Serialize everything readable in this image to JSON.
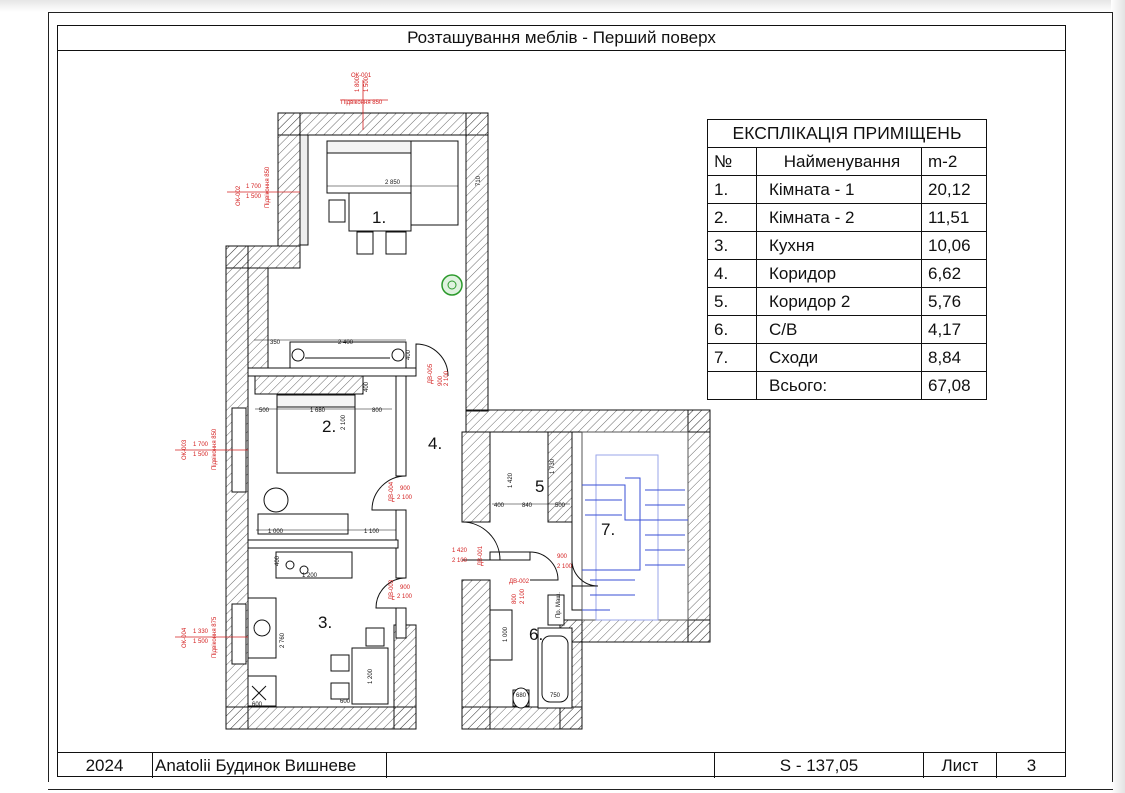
{
  "title": "Розташування меблів - Перший поверх",
  "table": {
    "heading": "ЕКСПЛІКАЦІЯ ПРИМІЩЕНЬ",
    "col_no": "№",
    "col_name": "Найменування",
    "col_area": "m-2",
    "rows": [
      {
        "no": "1.",
        "name": "Кімната - 1",
        "area": "20,12"
      },
      {
        "no": "2.",
        "name": "Кімната - 2",
        "area": "11,51"
      },
      {
        "no": "3.",
        "name": "Кухня",
        "area": "10,06"
      },
      {
        "no": "4.",
        "name": "Коридор",
        "area": "6,62"
      },
      {
        "no": "5.",
        "name": "Коридор 2",
        "area": "5,76"
      },
      {
        "no": "6.",
        "name": "С/В",
        "area": "4,17"
      },
      {
        "no": "7.",
        "name": "Сходи",
        "area": "8,84"
      }
    ],
    "total_label": "Всього:",
    "total_area": "67,08"
  },
  "footer": {
    "year": "2024",
    "project": "Anatolii Будинок Вишневе",
    "area": "S - 137,05",
    "sheet_label": "Лист",
    "sheet_no": "3"
  },
  "rooms": {
    "r1": "1.",
    "r2": "2.",
    "r3": "3.",
    "r4": "4.",
    "r5": "5",
    "r6": "6.",
    "r7": "7."
  },
  "windows": {
    "ok001": {
      "name": "ОК-001",
      "w": "1 800",
      "h": "1 500",
      "sill": "Підвіконня 850"
    },
    "ok002": {
      "name": "ОК-002",
      "w": "1 700",
      "h": "1 500",
      "sill": "Підвіконня 850"
    },
    "ok003": {
      "name": "ОК-003",
      "w": "1 700",
      "h": "1 500",
      "sill": "Підвіконня 850"
    },
    "ok004": {
      "name": "ОК-004",
      "w": "1 330",
      "h": "1 500",
      "sill": "Підвіконня 875"
    }
  },
  "doors": {
    "dv005": {
      "name": "ДВ-005",
      "w": "900",
      "h": "2 100"
    },
    "dv004": {
      "name": "ДВ-004",
      "w": "900",
      "h": "2 100"
    },
    "dv003": {
      "name": "ДВ-003",
      "w": "900",
      "h": "2 100"
    },
    "dv001": {
      "name": "ДВ-001",
      "w": "1 420",
      "h": "2 100"
    },
    "dv002": {
      "name": "ДВ-002",
      "w": "800",
      "h": "2 100"
    },
    "dv006": {
      "w": "900",
      "h": "2 100"
    }
  },
  "dims": {
    "d2850": "2 850",
    "d710": "710",
    "d2400": "2 400",
    "d350": "350",
    "d400a": "400",
    "d400b": "400",
    "d500": "500",
    "d1680": "1 680",
    "d800": "800",
    "d2100": "2 100",
    "d1000": "1 000",
    "d1100": "1 100",
    "d400c": "400",
    "d1200a": "1 200",
    "d2760": "2 760",
    "d1200b": "1 200",
    "d600a": "600",
    "d600b": "600",
    "d1420": "1 420",
    "d840": "840",
    "d500b": "500",
    "d400d": "400",
    "d1730": "1 730",
    "d680": "680",
    "d750": "750",
    "d1000b": "1 000",
    "pm": "Пр. Маш."
  },
  "colors": {
    "dim_red": "#d42020",
    "stair_blue": "#3a4fd6",
    "plant_green": "#2c9a2c",
    "line": "#111111"
  }
}
